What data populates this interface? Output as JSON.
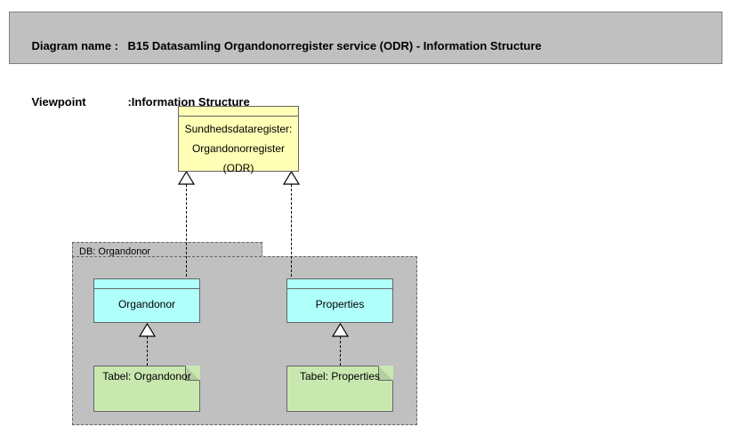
{
  "header": {
    "diagram_name_label": "Diagram name :",
    "diagram_name_value": "B15 Datasamling Organdonorregister service (ODR) - Information Structure",
    "viewpoint_label": "Viewpoint",
    "viewpoint_separator": ":",
    "viewpoint_value": "Information Structure"
  },
  "colors": {
    "header_bar": "#c0c0c0",
    "data_object_yellow": "#ffffb5",
    "data_object_cyan": "#affffb",
    "artifact_green": "#c8e8b0",
    "package_gray": "#c0c0c0",
    "border": "#666666",
    "line": "#000000"
  },
  "diagram": {
    "title": "B15 Datasamling Organdonorregister service (ODR) - Information Structure",
    "viewpoint": "Information Structure",
    "nodes": [
      {
        "id": "odr",
        "type": "data-object",
        "label": "Sundhedsdataregister:\nOrgandonorregister\n(ODR)",
        "label_lines": [
          "Sundhedsdataregister:",
          "Organdonorregister",
          "(ODR)"
        ],
        "fill": "#ffffb5"
      },
      {
        "id": "package",
        "type": "grouping",
        "label": "DB: Organdonor",
        "fill": "#c0c0c0"
      },
      {
        "id": "organdonor",
        "type": "data-object",
        "label": "Organdonor",
        "fill": "#affffb"
      },
      {
        "id": "properties",
        "type": "data-object",
        "label": "Properties",
        "fill": "#affffb"
      },
      {
        "id": "tabel-organdonor",
        "type": "artifact",
        "label": "Tabel: Organdonor",
        "fill": "#c8e8b0"
      },
      {
        "id": "tabel-properties",
        "type": "artifact",
        "label": "Tabel: Properties",
        "fill": "#c8e8b0"
      }
    ],
    "relationships": [
      {
        "id": "rel-1",
        "type": "realization",
        "from": "organdonor",
        "to": "odr",
        "style": "dashed",
        "arrow": "hollow-triangle"
      },
      {
        "id": "rel-2",
        "type": "realization",
        "from": "properties",
        "to": "odr",
        "style": "dashed",
        "arrow": "hollow-triangle"
      },
      {
        "id": "rel-3",
        "type": "realization",
        "from": "tabel-organdonor",
        "to": "organdonor",
        "style": "dashed",
        "arrow": "hollow-triangle"
      },
      {
        "id": "rel-4",
        "type": "realization",
        "from": "tabel-properties",
        "to": "properties",
        "style": "dashed",
        "arrow": "hollow-triangle"
      }
    ]
  }
}
